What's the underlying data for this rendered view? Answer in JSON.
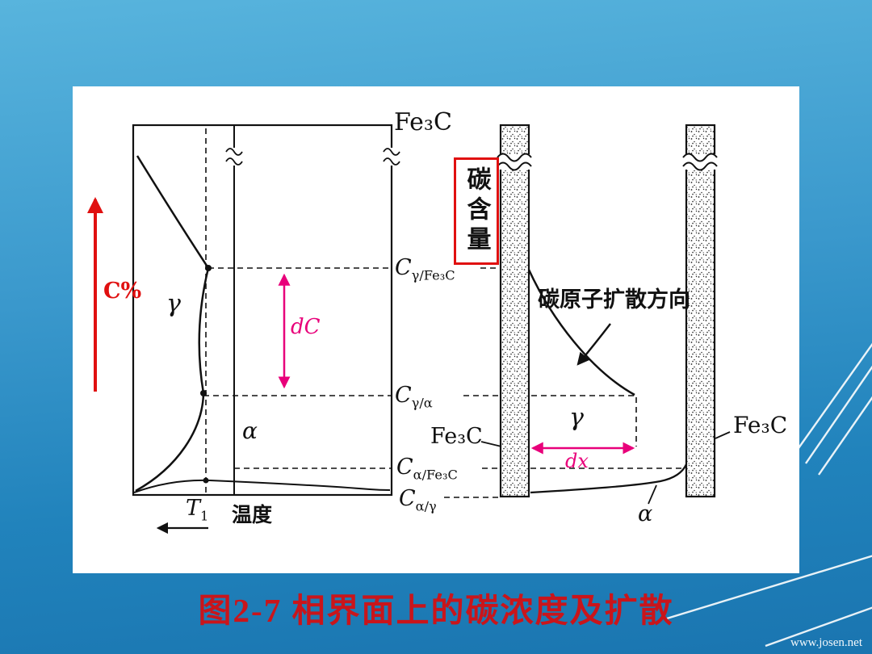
{
  "slide": {
    "caption": "图2-7 相界面上的碳浓度及扩散",
    "watermark": "www.josen.net"
  },
  "colors": {
    "axis_red": "#e01010",
    "magenta": "#e8007a",
    "caption_red": "#c9151b",
    "background_blue_top": "#58b4dd",
    "background_blue_bottom": "#1a75b0"
  },
  "left_chart": {
    "y_axis": "C%",
    "x_axis": "温度",
    "t1": {
      "base": "T",
      "sub": "1"
    },
    "fe3c_top": "Fe₃C",
    "gamma": "γ",
    "alpha": "α",
    "dC": "dC",
    "c_labels": {
      "gamma_fe3c": {
        "base": "C",
        "sub": "γ/Fe₃C"
      },
      "gamma_alpha": {
        "base": "C",
        "sub": "γ/α"
      },
      "alpha_fe3c": {
        "base": "C",
        "sub": "α/Fe₃C"
      },
      "alpha_gamma": {
        "base": "C",
        "sub": "α/γ"
      }
    }
  },
  "right_chart": {
    "carbon_content_box": "碳含量",
    "diffusion_direction": "碳原子扩散方向",
    "gamma": "γ",
    "alpha": "α",
    "dx": "dx",
    "fe3c_left": "Fe₃C",
    "fe3c_right": "Fe₃C"
  }
}
